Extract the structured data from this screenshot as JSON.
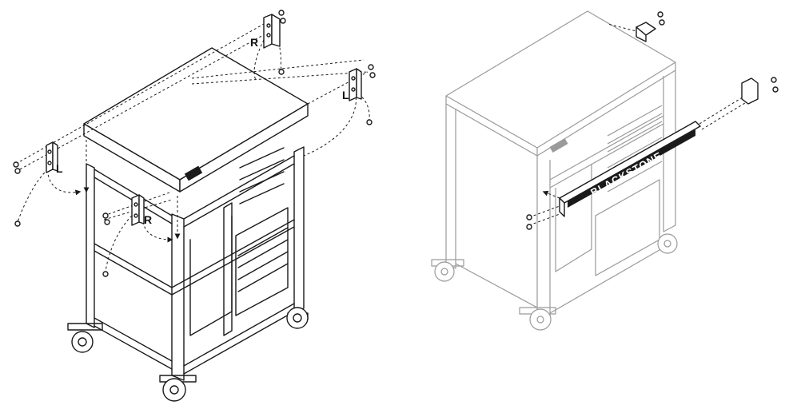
{
  "step1": {
    "labels": {
      "bracket_top_right": "R",
      "bracket_far_right": "L",
      "bracket_left": "L",
      "bracket_front": "R"
    }
  },
  "step2": {
    "brand_text": "BLACKSTONE"
  },
  "colors": {
    "ink": "#1a1a1a",
    "ghost": "#9a9a9a",
    "background": "#ffffff"
  }
}
